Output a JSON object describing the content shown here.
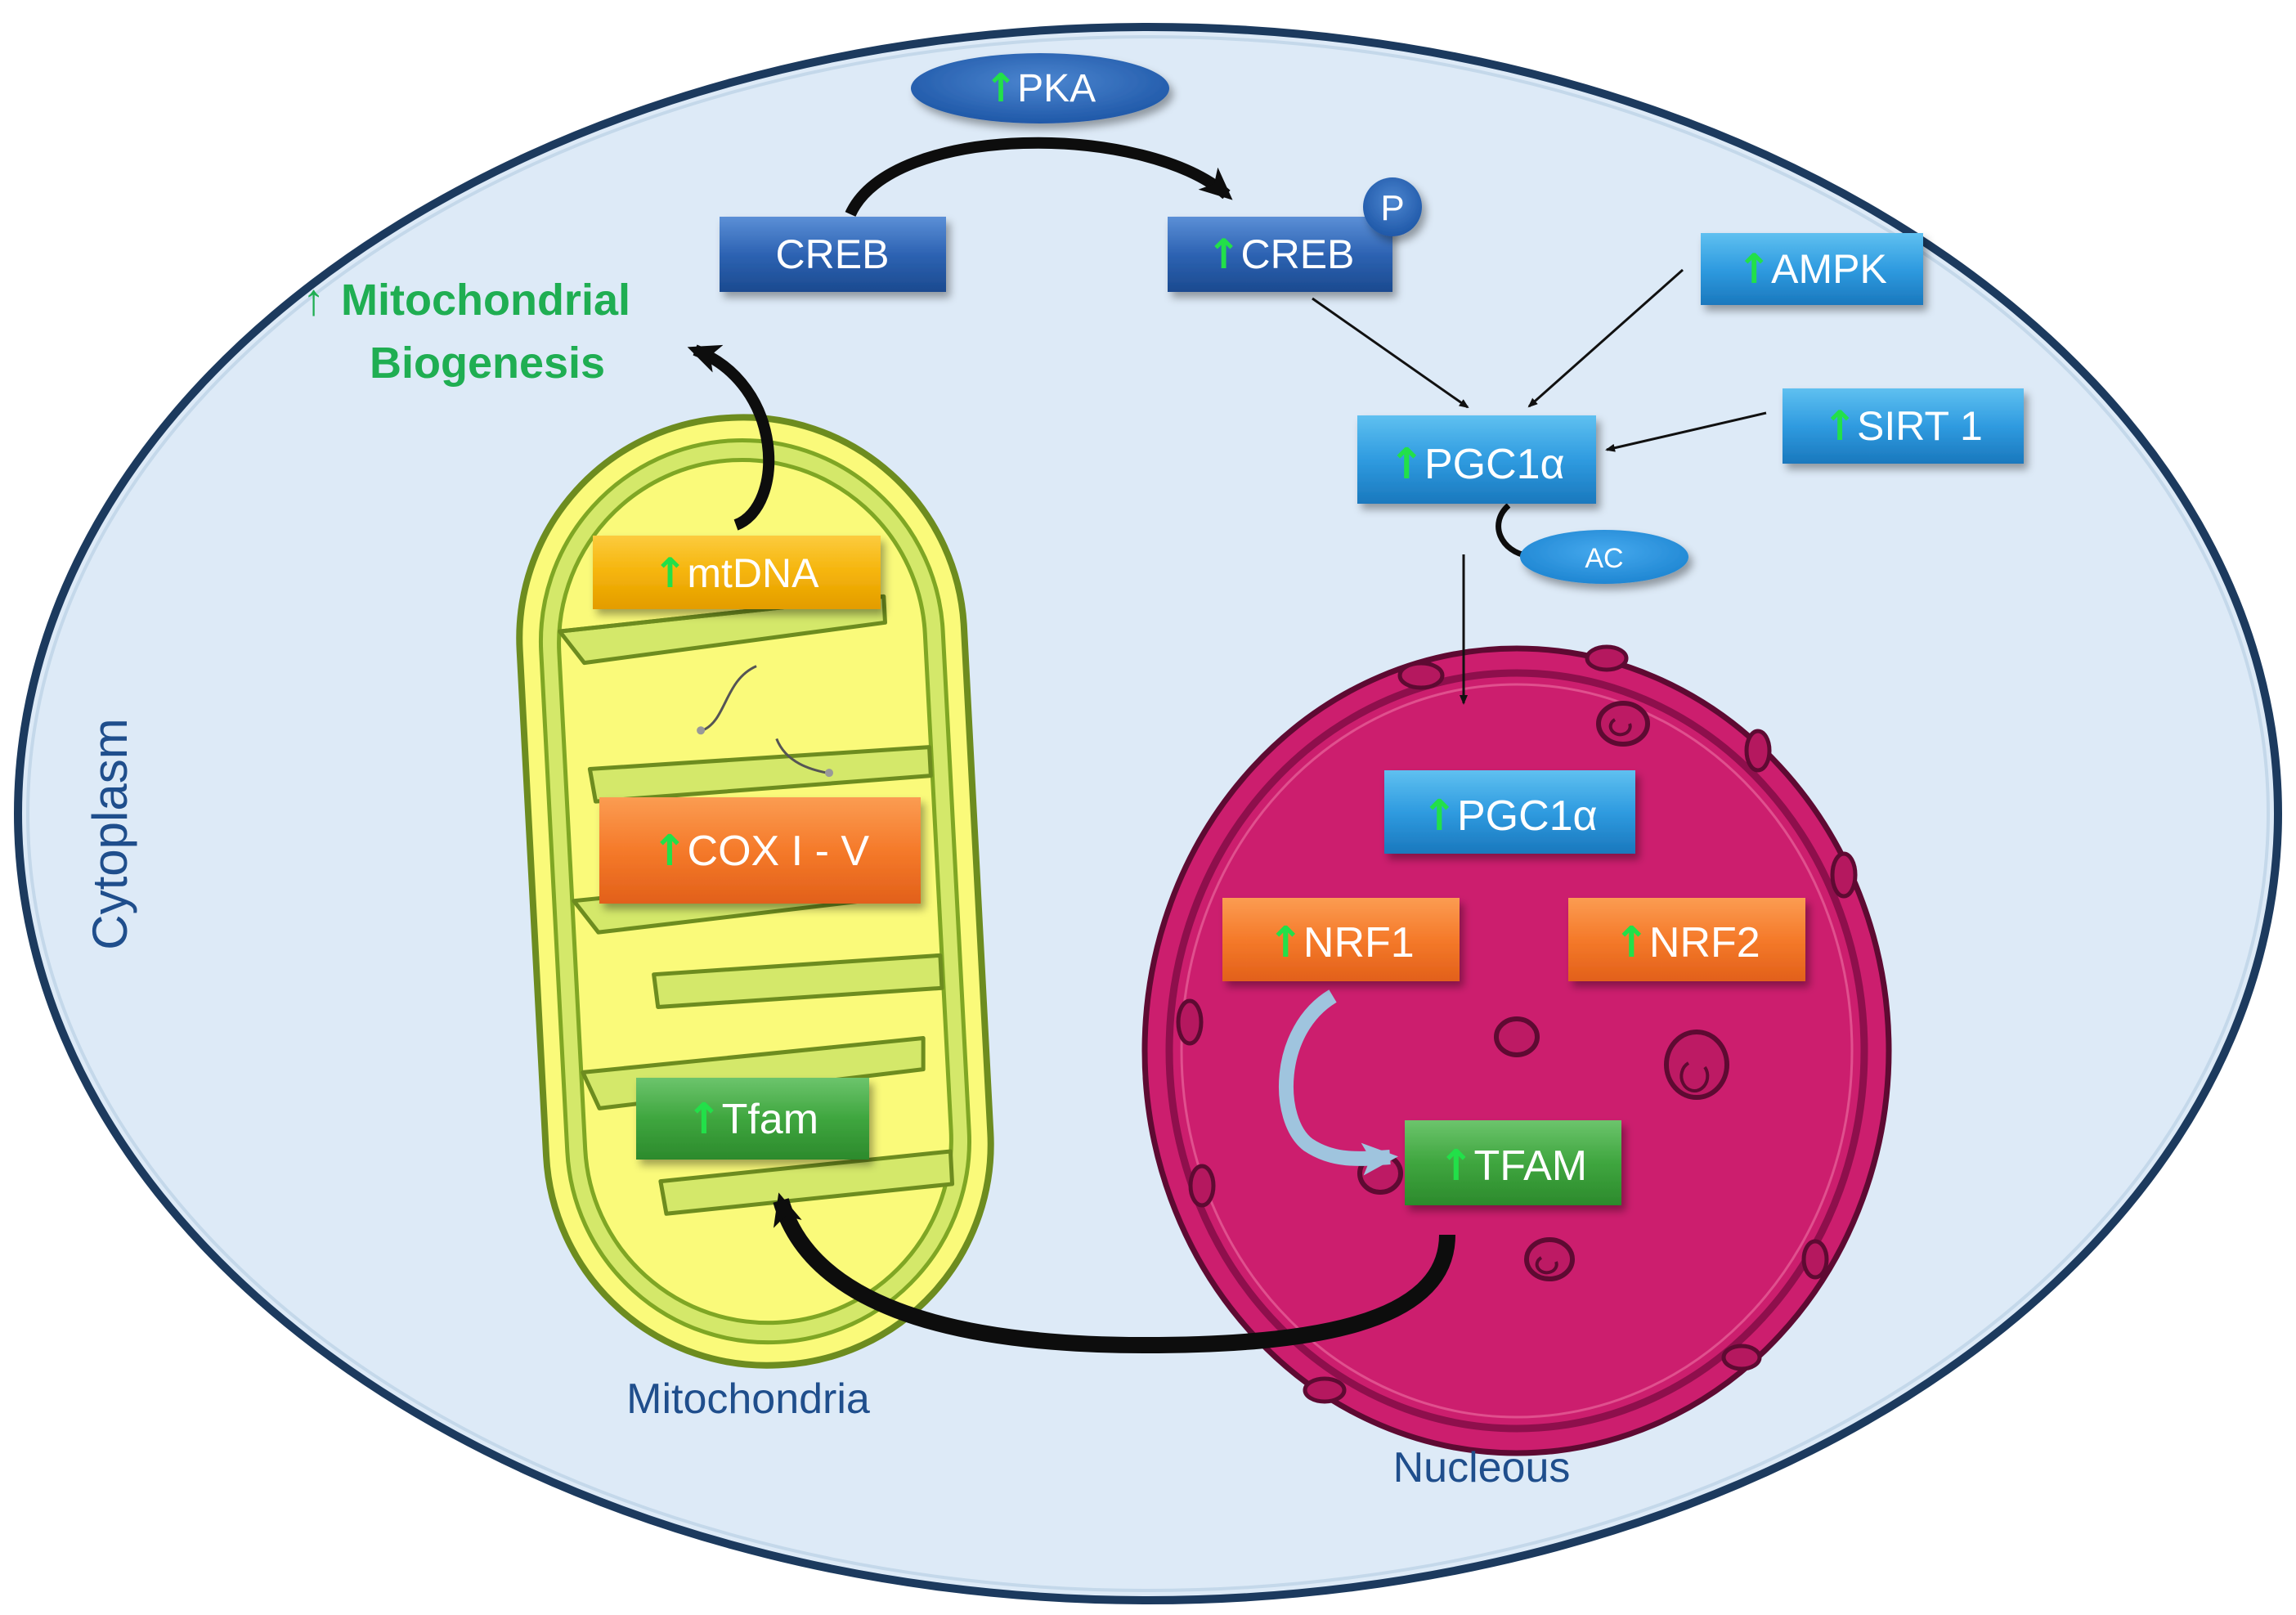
{
  "compartments": {
    "cytoplasm": "Cytoplasm",
    "mitochondria": "Mitochondria",
    "nucleus": "Nucleous"
  },
  "outcome": {
    "arrow_symbol": "↑",
    "line1": "Mitochondrial",
    "line2": "Biogenesis"
  },
  "nodes": {
    "pka": {
      "arrow": "↑",
      "text": "PKA"
    },
    "creb": {
      "text": "CREB"
    },
    "creb_p": {
      "arrow": "↑",
      "text": "CREB",
      "badge": "P"
    },
    "ampk": {
      "arrow": "↑",
      "text": "AMPK"
    },
    "sirt1": {
      "arrow": "↑",
      "text": "SIRT 1"
    },
    "pgc1a_cyto": {
      "arrow": "↑",
      "text": "PGC1α"
    },
    "ac": {
      "text": "AC"
    },
    "mtdna": {
      "arrow": "↑",
      "text": "mtDNA"
    },
    "cox": {
      "arrow": "↑",
      "text": "COX I - V"
    },
    "tfam_mito": {
      "arrow": "↑",
      "text": "Tfam"
    },
    "pgc1a_nuc": {
      "arrow": "↑",
      "text": "PGC1α"
    },
    "nrf1": {
      "arrow": "↑",
      "text": "NRF1"
    },
    "nrf2": {
      "arrow": "↑",
      "text": "NRF2"
    },
    "tfam_nuc": {
      "arrow": "↑",
      "text": "TFAM"
    }
  },
  "colors": {
    "cell_fill": "#ddeaf7",
    "cell_border": "#1c3a5e",
    "mito_fill": "#fafa7a",
    "mito_outline": "#9bc13a",
    "nucleus_fill": "#cc1e6e",
    "nucleus_outline": "#8e0f4c",
    "blue_dark": "#2d63b3",
    "blue_light": "#2f9be0",
    "orange": "#f57a2a",
    "amber": "#f5b40a",
    "green_box": "#3fa63f",
    "up_arrow": "#22e04a",
    "label_blue": "#1f4e8c",
    "label_green": "#1fae52"
  }
}
